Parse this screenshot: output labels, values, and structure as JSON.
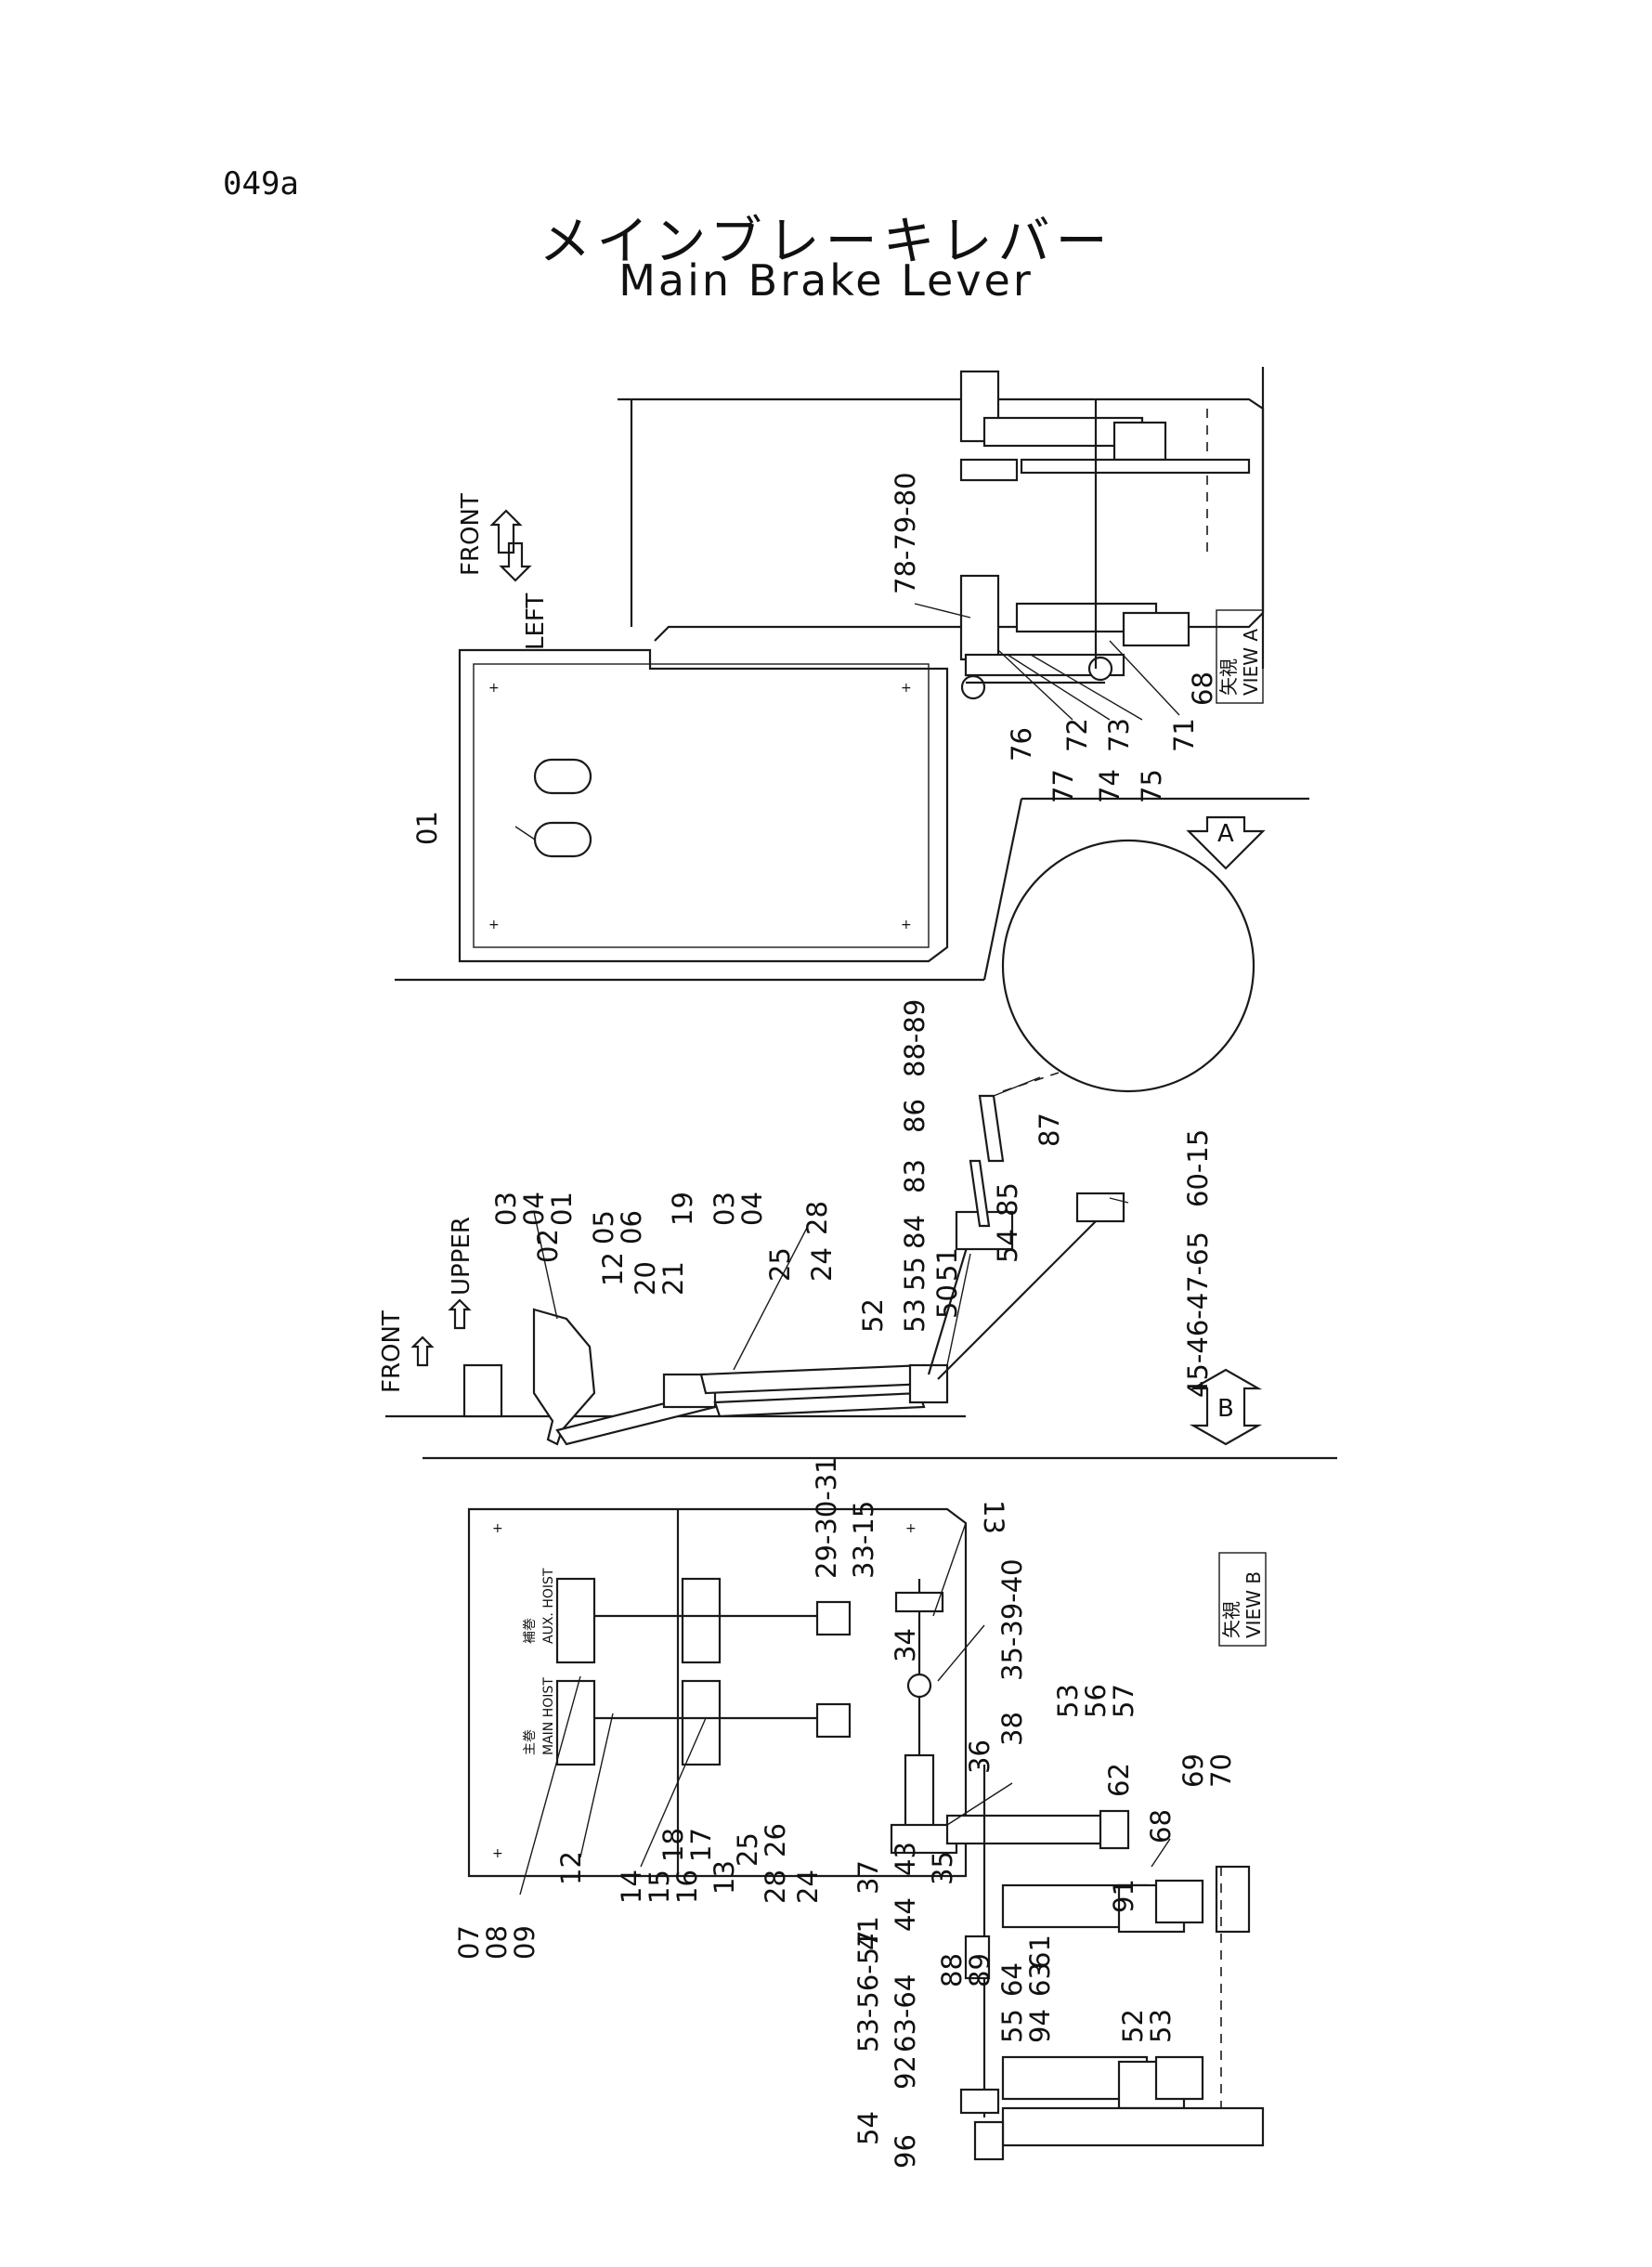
{
  "page_code": "049a",
  "title_jp": "メインブレーキレバー",
  "title_en": "Main Brake Lever",
  "directions": {
    "front": "FRONT",
    "left": "LEFT",
    "upper": "UPPER"
  },
  "views": {
    "view_a": {
      "kanji": "矢視",
      "label": "VIEW A",
      "arrow": "A"
    },
    "view_b": {
      "kanji": "矢視",
      "label": "VIEW B",
      "arrow": "B"
    }
  },
  "hoist_labels": {
    "aux_jp": "補巻",
    "aux_en": "AUX. HOIST",
    "main_jp": "主巻",
    "main_en": "MAIN HOIST"
  },
  "callouts": {
    "top": [
      "78-79-80",
      "68",
      "76",
      "77",
      "72",
      "74",
      "73",
      "75",
      "71",
      "01"
    ],
    "middle": [
      "88-89",
      "86",
      "83",
      "84",
      "87",
      "85",
      "54",
      "55",
      "53",
      "51",
      "52",
      "50",
      "03",
      "04",
      "01",
      "02",
      "05",
      "06",
      "19",
      "20",
      "21",
      "12",
      "25",
      "28",
      "24",
      "60-15",
      "45-46-47-65"
    ],
    "bottom": [
      "13",
      "29-30-31",
      "33-15",
      "35-39-40",
      "34",
      "53",
      "56",
      "57",
      "38",
      "36",
      "62",
      "68",
      "69",
      "70",
      "37",
      "43",
      "35",
      "41",
      "44",
      "07",
      "08",
      "09",
      "12",
      "14",
      "15",
      "16",
      "13",
      "18",
      "17",
      "25",
      "28",
      "26",
      "24",
      "61",
      "88",
      "89",
      "64",
      "63",
      "91",
      "53-56-57",
      "63-64",
      "55",
      "94",
      "52",
      "53",
      "92",
      "54",
      "96"
    ]
  }
}
